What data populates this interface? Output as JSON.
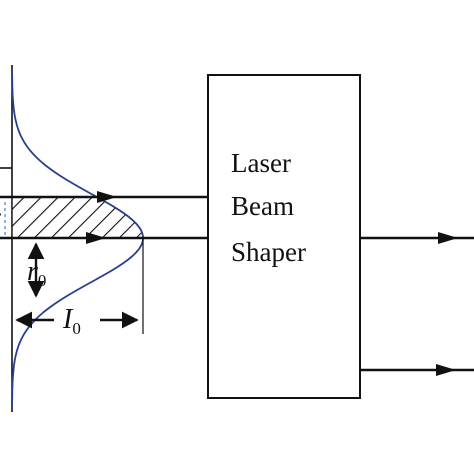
{
  "box": {
    "line1": "Laser",
    "line2": "Beam",
    "line3": "Shaper"
  },
  "labels": {
    "r_symbol": "r",
    "r_sub": "0",
    "i_symbol": "I",
    "i_sub": "0",
    "cut_glyph": "r"
  },
  "colors": {
    "stroke": "#111111",
    "gaussian_curve": "#2b3f8f",
    "hatch": "#111111",
    "left_marker": "#6a90c8"
  }
}
